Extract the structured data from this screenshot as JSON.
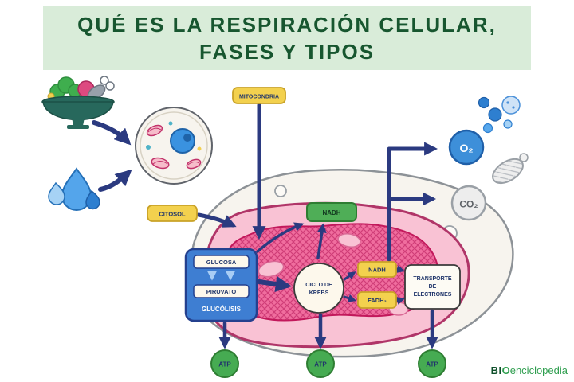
{
  "title": {
    "line1": "QUÉ ES LA RESPIRACIÓN CELULAR,",
    "line2": "FASES Y TIPOS"
  },
  "diagram": {
    "labels": {
      "mitocondria": "MITOCONDRIA",
      "citosol": "CITOSOL",
      "nadh_membrane": "NADH",
      "glucosa": "GLUCOSA",
      "piruvato": "PIRUVATO",
      "glucolisis": "GLUCÓLISIS",
      "krebs_line1": "CICLO DE",
      "krebs_line2": "KREBS",
      "nadh": "NADH",
      "fadh2": "FADH₂",
      "transporte_line1": "TRANSPORTE",
      "transporte_line2": "DE",
      "transporte_line3": "ELECTRONES",
      "o2": "O₂",
      "co2": "CO₂"
    },
    "atp": [
      "ATP",
      "ATP",
      "ATP"
    ],
    "icons": [
      "food-bowl-icon",
      "water-drops-icon",
      "cell-icon",
      "oxygen-bubbles-icon",
      "smoke-blob-icon"
    ]
  },
  "branding": {
    "prefix": "BI",
    "o": "O",
    "suffix": "enciclopedia"
  },
  "colors": {
    "title_text": "#17562f",
    "title_band": "#d9ecd9",
    "arrow_navy": "#2b3a80",
    "yellow_label": "#f3d14e",
    "green_box": "#4fae57",
    "blue_panel": "#3e7ed2",
    "mito_outer": "#f9c2d4",
    "mito_inner": "#f06d9e",
    "o2_blue": "#3d8fd9",
    "co2_gray": "#ededed",
    "atp_green": "#46ab52"
  }
}
